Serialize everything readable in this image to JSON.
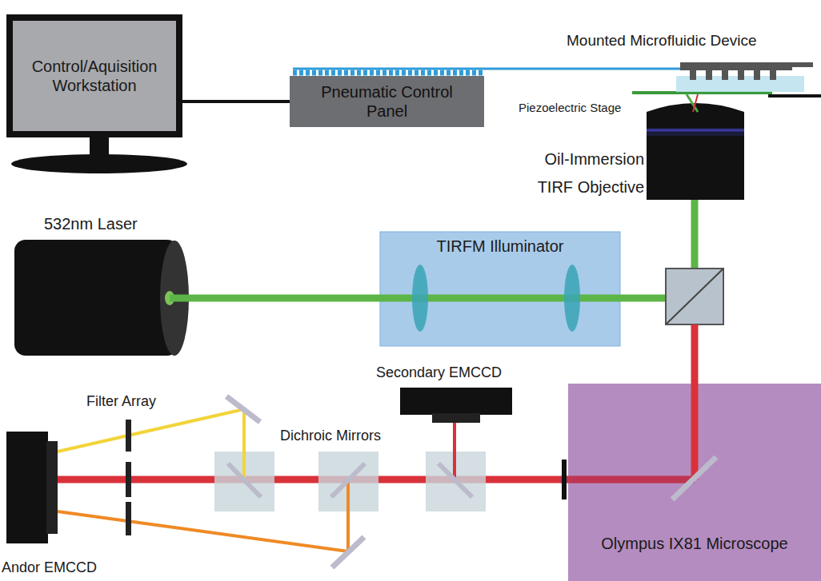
{
  "diagram": {
    "nodes": [
      {
        "text": [
          "Control/Aquisition Workstation"
        ]
      },
      {
        "text": [
          "Pneumatic Control Panel"
        ]
      },
      {
        "text": [
          "TIRFM Illuminator"
        ]
      },
      {
        "text": [
          "Olympus IX81 Microscope"
        ]
      }
    ],
    "edges": [
      {
        "from": 0,
        "to": 1,
        "arrow": "none"
      }
    ],
    "labels": [
      "Mounted Microfluidic Device",
      "Piezoelectric Stage",
      "Oil-Immersion TIRF Objective",
      "532nm Laser",
      "Secondary EMCCD",
      "Filter Array",
      "Dichroic Mirrors",
      "Andor EMCCD"
    ]
  }
}
